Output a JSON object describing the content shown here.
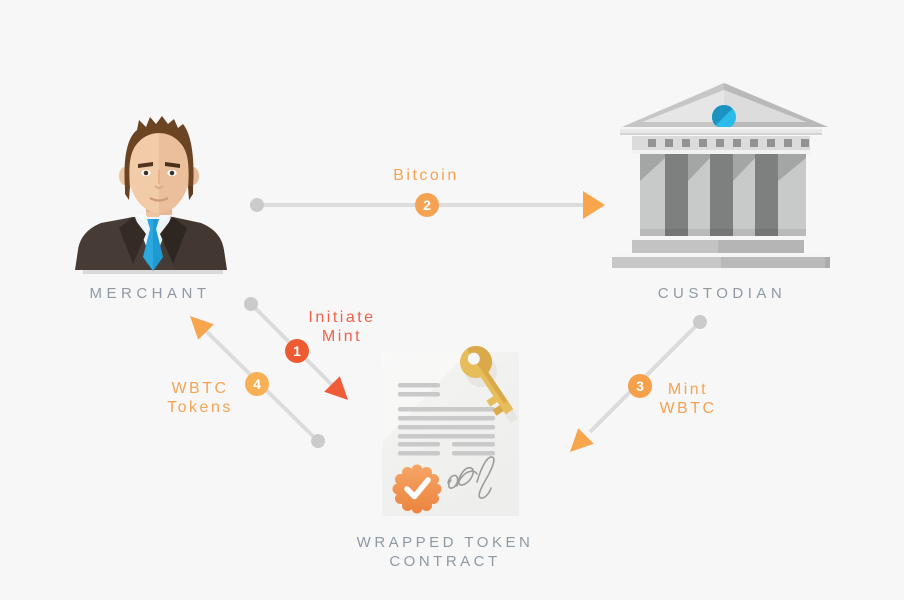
{
  "title": "WBTC wrapped token minting flow diagram",
  "colors": {
    "background": "#F7F7F7",
    "node_label": "#8E99A4",
    "connector_line": "#DCDCDC",
    "connector_dot": "#CBCBCB",
    "label_orange": "#F5A353",
    "label_red": "#F0614A",
    "arrow_orange": "#F8A54E",
    "arrow_red": "#F05B39",
    "step1": "#EE5B33",
    "step2": "#F5A353",
    "step3": "#F5A04B",
    "step4": "#F8B055",
    "tie_blue": "#2BA9E0",
    "bank_accent_blue": "#2ABBE9",
    "seal_orange": "#F0935A",
    "key_gold": "#E7BC5B"
  },
  "nodes": {
    "merchant": {
      "label": "MERCHANT",
      "icon": "businessman-illustration"
    },
    "custodian": {
      "label": "CUSTODIAN",
      "icon": "bank-building-illustration"
    },
    "contract": {
      "label_line1": "WRAPPED TOKEN",
      "label_line2": "CONTRACT",
      "icon": "contract-document-with-key-seal-signature"
    }
  },
  "flows": {
    "initiate_mint": {
      "step": "1",
      "label_line1": "Initiate",
      "label_line2": "Mint",
      "from": "Merchant",
      "to": "Wrapped Token Contract"
    },
    "bitcoin": {
      "step": "2",
      "label": "Bitcoin",
      "from": "Merchant",
      "to": "Custodian"
    },
    "mint_wbtc": {
      "step": "3",
      "label_line1": "Mint",
      "label_line2": "WBTC",
      "from": "Custodian",
      "to": "Wrapped Token Contract"
    },
    "wbtc_tokens": {
      "step": "4",
      "label_line1": "WBTC",
      "label_line2": "Tokens",
      "from": "Wrapped Token Contract",
      "to": "Merchant"
    }
  }
}
